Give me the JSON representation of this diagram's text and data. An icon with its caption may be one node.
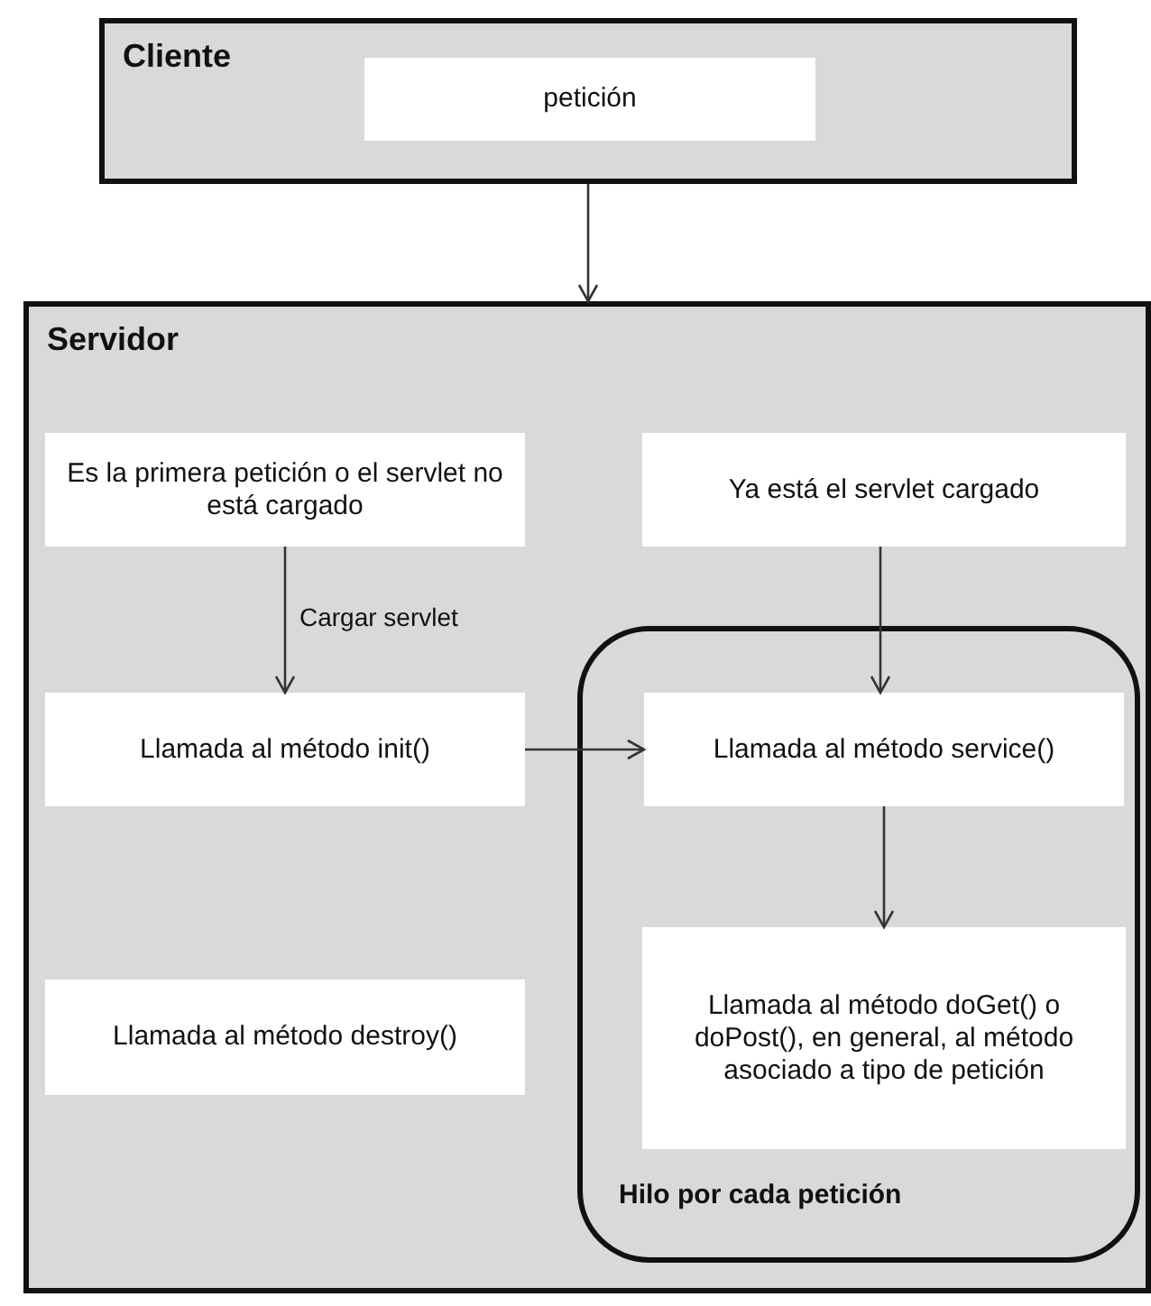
{
  "diagram": {
    "nodes": [
      {
        "text": [
          "Cliente"
        ]
      },
      {
        "text": [
          "petición"
        ],
        "in": 0
      },
      {
        "text": [
          "Servidor"
        ]
      },
      {
        "text": [
          "Es la primera petición o el servlet no está cargado"
        ],
        "in": 2
      },
      {
        "text": [
          "Ya está el servlet cargado"
        ],
        "in": 2
      },
      {
        "text": [
          "Hilo por cada petición"
        ],
        "in": 2
      },
      {
        "text": [
          "Llamada al método init()"
        ],
        "in": 2
      },
      {
        "text": [
          "Llamada al método service()"
        ],
        "in": 5
      },
      {
        "text": [
          "Llamada al método doGet() o doPost(), en general, al método asociado a tipo de petición"
        ],
        "in": 5
      },
      {
        "text": [
          "Llamada al método destroy()"
        ],
        "in": 2
      }
    ],
    "edges": [
      {
        "from": 0,
        "to": 2,
        "arrow": "to"
      },
      {
        "from": 3,
        "to": 6,
        "arrow": "to",
        "label": "Cargar servlet"
      },
      {
        "from": 4,
        "to": 7,
        "arrow": "to"
      },
      {
        "from": 6,
        "to": 7,
        "arrow": "to"
      },
      {
        "from": 7,
        "to": 8,
        "arrow": "to"
      }
    ]
  }
}
